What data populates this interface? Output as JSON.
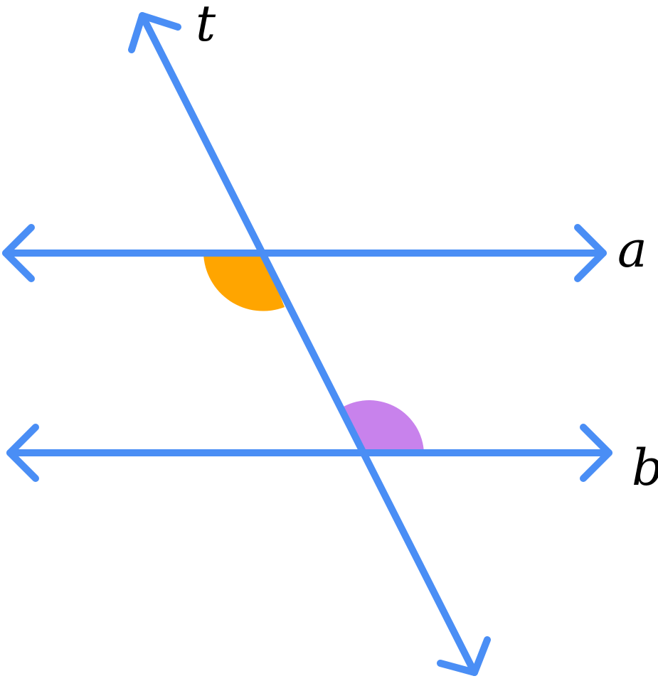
{
  "diagram": {
    "lines": [
      {
        "name": "t",
        "label": "t",
        "role": "transversal"
      },
      {
        "name": "a",
        "label": "a",
        "role": "parallel line"
      },
      {
        "name": "b",
        "label": "b",
        "role": "parallel line"
      }
    ],
    "angles": [
      {
        "name": "angle-at-a",
        "color": "#FFA500"
      },
      {
        "name": "angle-at-b",
        "color": "#C882EC"
      }
    ],
    "colors": {
      "line": "#4A8EF5",
      "label": "#000000"
    }
  }
}
